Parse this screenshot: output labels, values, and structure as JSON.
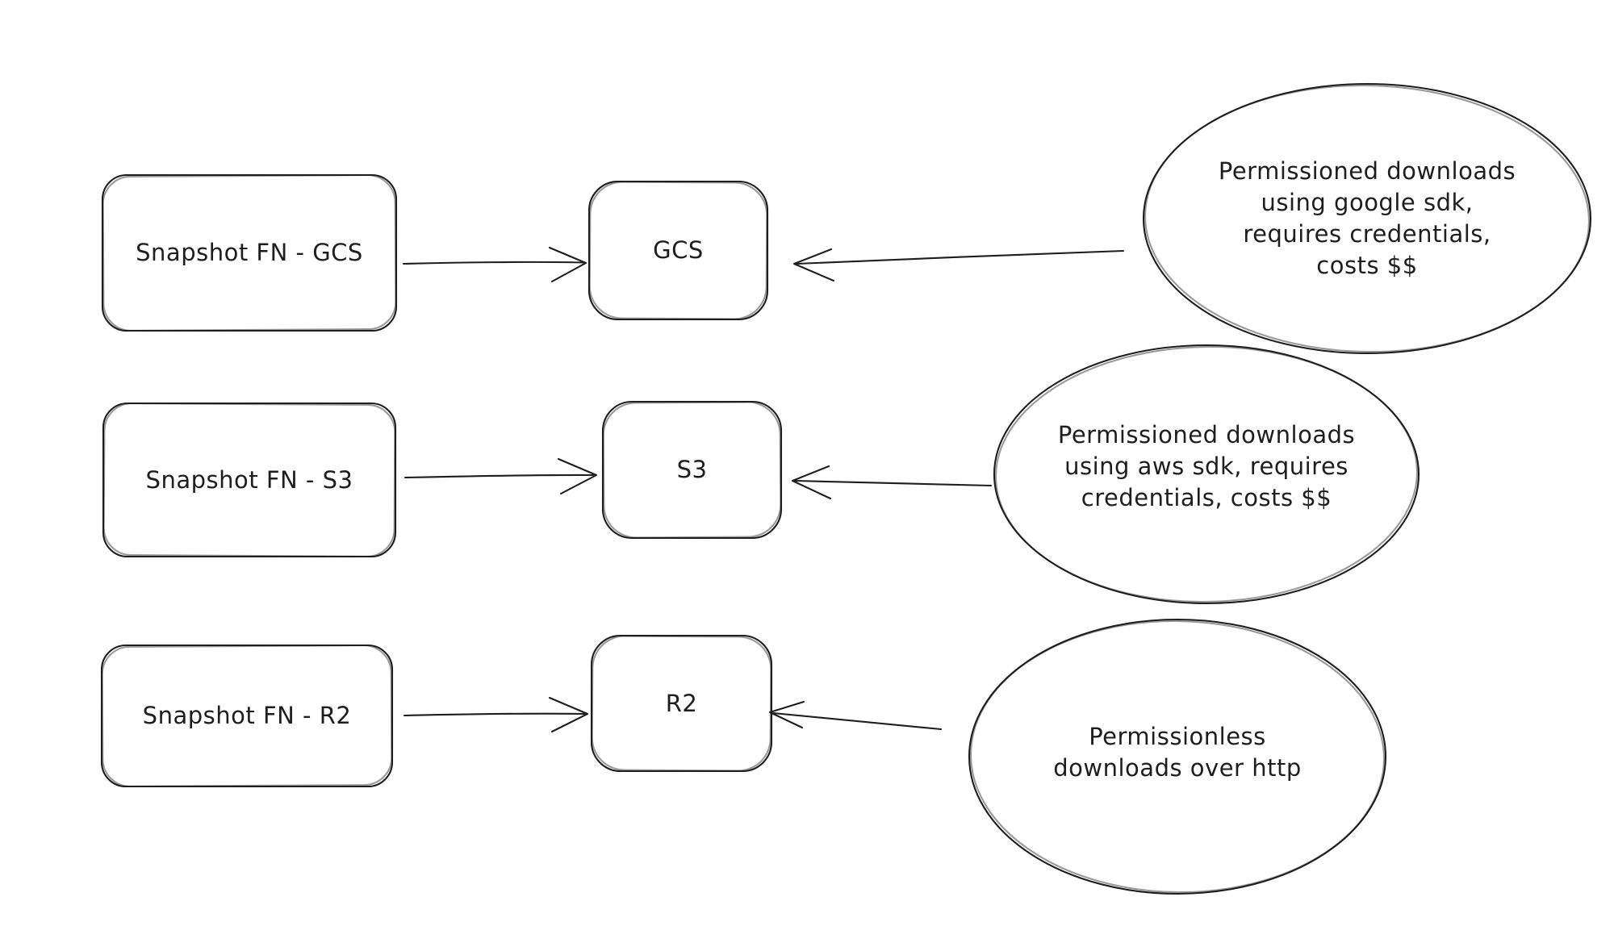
{
  "diagram": {
    "colors": {
      "stroke": "#1e1e1e",
      "background": "#ffffff"
    },
    "nodes": {
      "source_gcs": {
        "shape": "rectangle",
        "label": "Snapshot FN - GCS"
      },
      "target_gcs": {
        "shape": "rectangle",
        "label": "GCS"
      },
      "note_gcs": {
        "shape": "ellipse",
        "label": "Permissioned downloads\nusing google sdk,\nrequires credentials,\ncosts $$"
      },
      "source_s3": {
        "shape": "rectangle",
        "label": "Snapshot FN - S3"
      },
      "target_s3": {
        "shape": "rectangle",
        "label": "S3"
      },
      "note_s3": {
        "shape": "ellipse",
        "label": "Permissioned downloads\nusing aws sdk, requires\ncredentials, costs $$"
      },
      "source_r2": {
        "shape": "rectangle",
        "label": "Snapshot FN - R2"
      },
      "target_r2": {
        "shape": "rectangle",
        "label": "R2"
      },
      "note_r2": {
        "shape": "ellipse",
        "label": "Permissionless\ndownloads over http"
      }
    },
    "edges": [
      {
        "from": "source_gcs",
        "to": "target_gcs",
        "style": "open-arrow"
      },
      {
        "from": "note_gcs",
        "to": "target_gcs",
        "style": "open-arrow"
      },
      {
        "from": "source_s3",
        "to": "target_s3",
        "style": "open-arrow"
      },
      {
        "from": "note_s3",
        "to": "target_s3",
        "style": "open-arrow"
      },
      {
        "from": "source_r2",
        "to": "target_r2",
        "style": "open-arrow"
      },
      {
        "from": "note_r2",
        "to": "target_r2",
        "style": "open-arrow"
      }
    ]
  }
}
